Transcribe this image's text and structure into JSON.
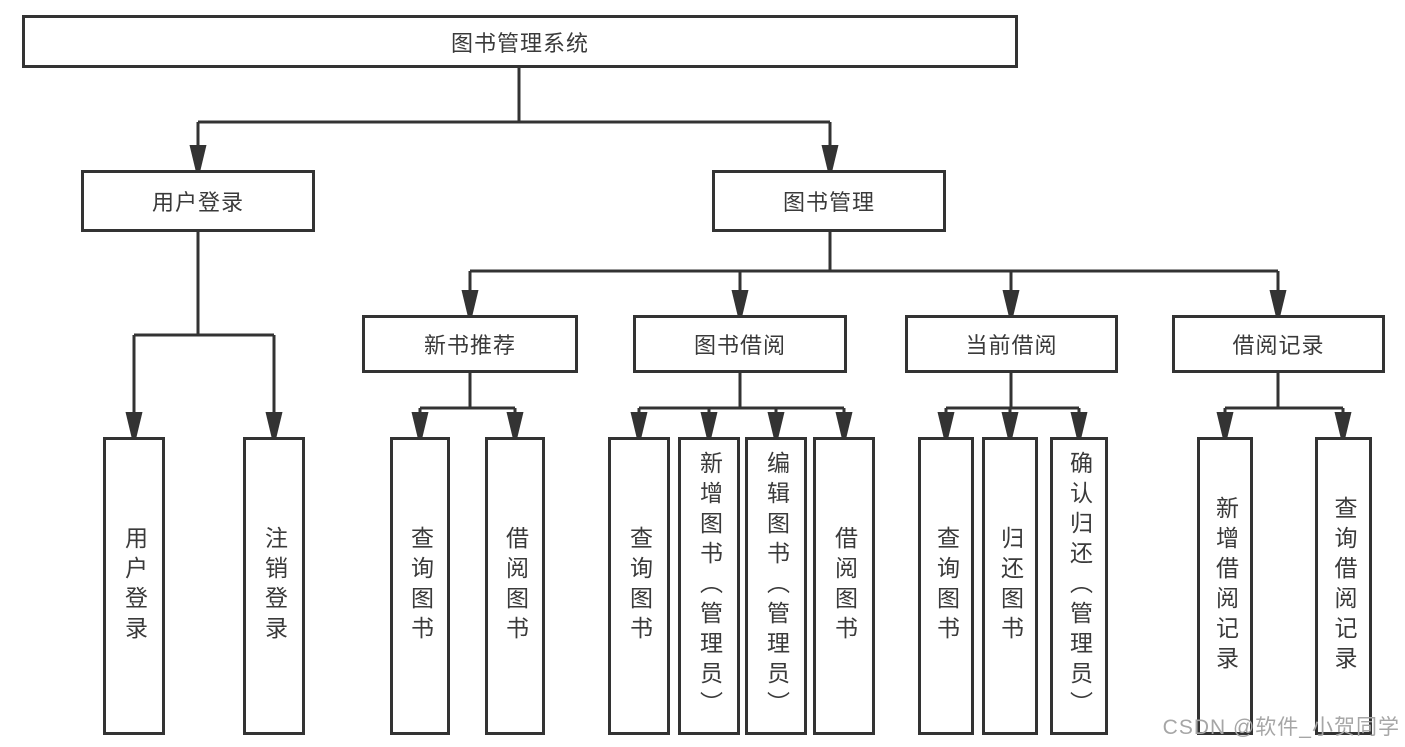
{
  "diagram": {
    "root": {
      "label": "图书管理系统"
    },
    "children": [
      {
        "label": "用户登录",
        "children": [
          {
            "label": "用户登录"
          },
          {
            "label": "注销登录"
          }
        ]
      },
      {
        "label": "图书管理",
        "children": [
          {
            "label": "新书推荐",
            "children": [
              {
                "label": "查询图书"
              },
              {
                "label": "借阅图书"
              }
            ]
          },
          {
            "label": "图书借阅",
            "children": [
              {
                "label": "查询图书"
              },
              {
                "label": "新增图书（管理员）"
              },
              {
                "label": "编辑图书（管理员）"
              },
              {
                "label": "借阅图书"
              }
            ]
          },
          {
            "label": "当前借阅",
            "children": [
              {
                "label": "查询图书"
              },
              {
                "label": "归还图书"
              },
              {
                "label": "确认归还（管理员）"
              }
            ]
          },
          {
            "label": "借阅记录",
            "children": [
              {
                "label": "新增借阅记录"
              },
              {
                "label": "查询借阅记录"
              }
            ]
          }
        ]
      }
    ]
  },
  "watermark": {
    "text": "CSDN @软件_小贺同学"
  },
  "colors": {
    "line": "#333333",
    "text": "#3a3a3a",
    "watermark": "#a6a6a6",
    "background": "#ffffff"
  }
}
